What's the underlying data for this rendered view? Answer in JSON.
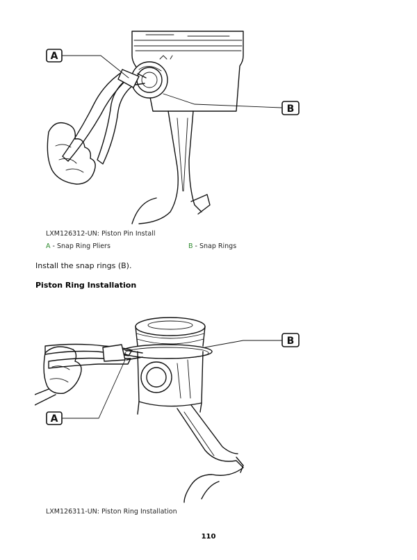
{
  "figure1": {
    "callouts": {
      "a": "A",
      "b": "B"
    },
    "caption": "LXM126312-UN: Piston Pin Install",
    "legend": [
      {
        "key": "A",
        "text": " - Snap Ring Pliers"
      },
      {
        "key": "B",
        "text": " - Snap Rings"
      }
    ]
  },
  "instruction": "Install the snap rings (B).",
  "section_heading": "Piston Ring Installation",
  "figure2": {
    "callouts": {
      "a": "A",
      "b": "B"
    },
    "caption": "LXM126311-UN: Piston Ring Installation"
  },
  "page_number": "110",
  "colors": {
    "legend_key": "#2e8b2e"
  }
}
